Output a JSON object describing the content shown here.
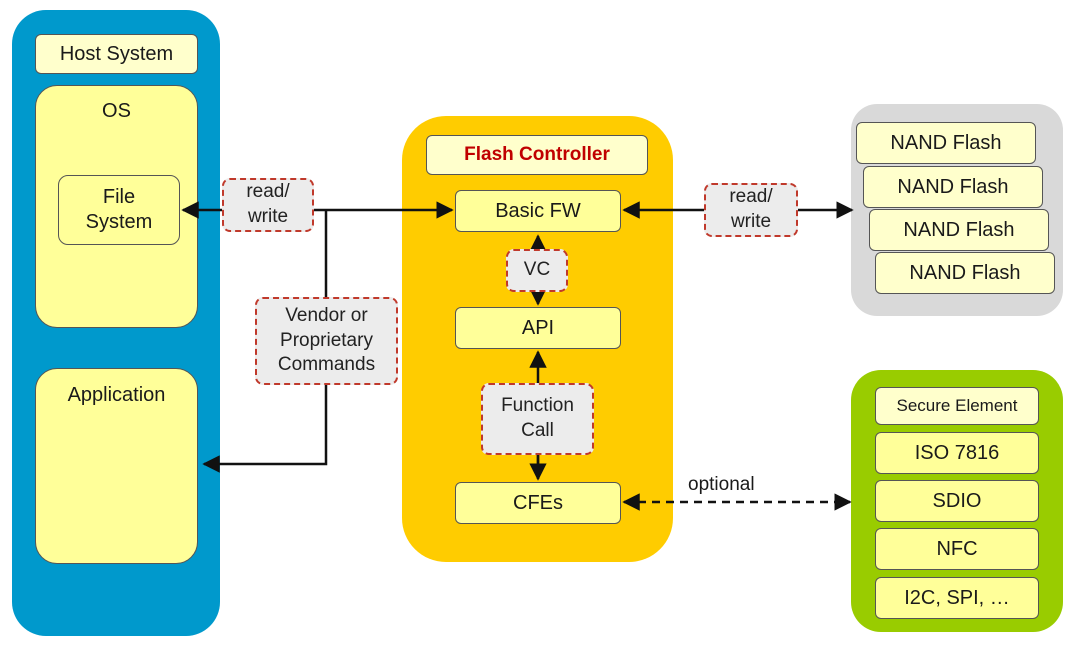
{
  "host": {
    "title": "Host System",
    "os_label": "OS",
    "file_system": "File System",
    "application": "Application"
  },
  "controller": {
    "title": "Flash Controller",
    "basic_fw": "Basic FW",
    "vc": "VC",
    "api": "API",
    "function_call": "Function Call",
    "cfes": "CFEs"
  },
  "links": {
    "read_write_left": "read/ write",
    "read_write_right": "read/ write",
    "vendor_commands": "Vendor or Proprietary Commands",
    "optional": "optional"
  },
  "nand": [
    "NAND Flash",
    "NAND Flash",
    "NAND Flash",
    "NAND Flash"
  ],
  "secure": {
    "title": "Secure Element",
    "items": [
      "ISO 7816",
      "SDIO",
      "NFC",
      "I2C, SPI, …"
    ]
  },
  "colors": {
    "host_panel": "#0099cc",
    "controller_panel": "#ffcc00",
    "nand_panel": "#d9d9d9",
    "secure_panel": "#99cc00",
    "label_border": "#c0392b"
  }
}
